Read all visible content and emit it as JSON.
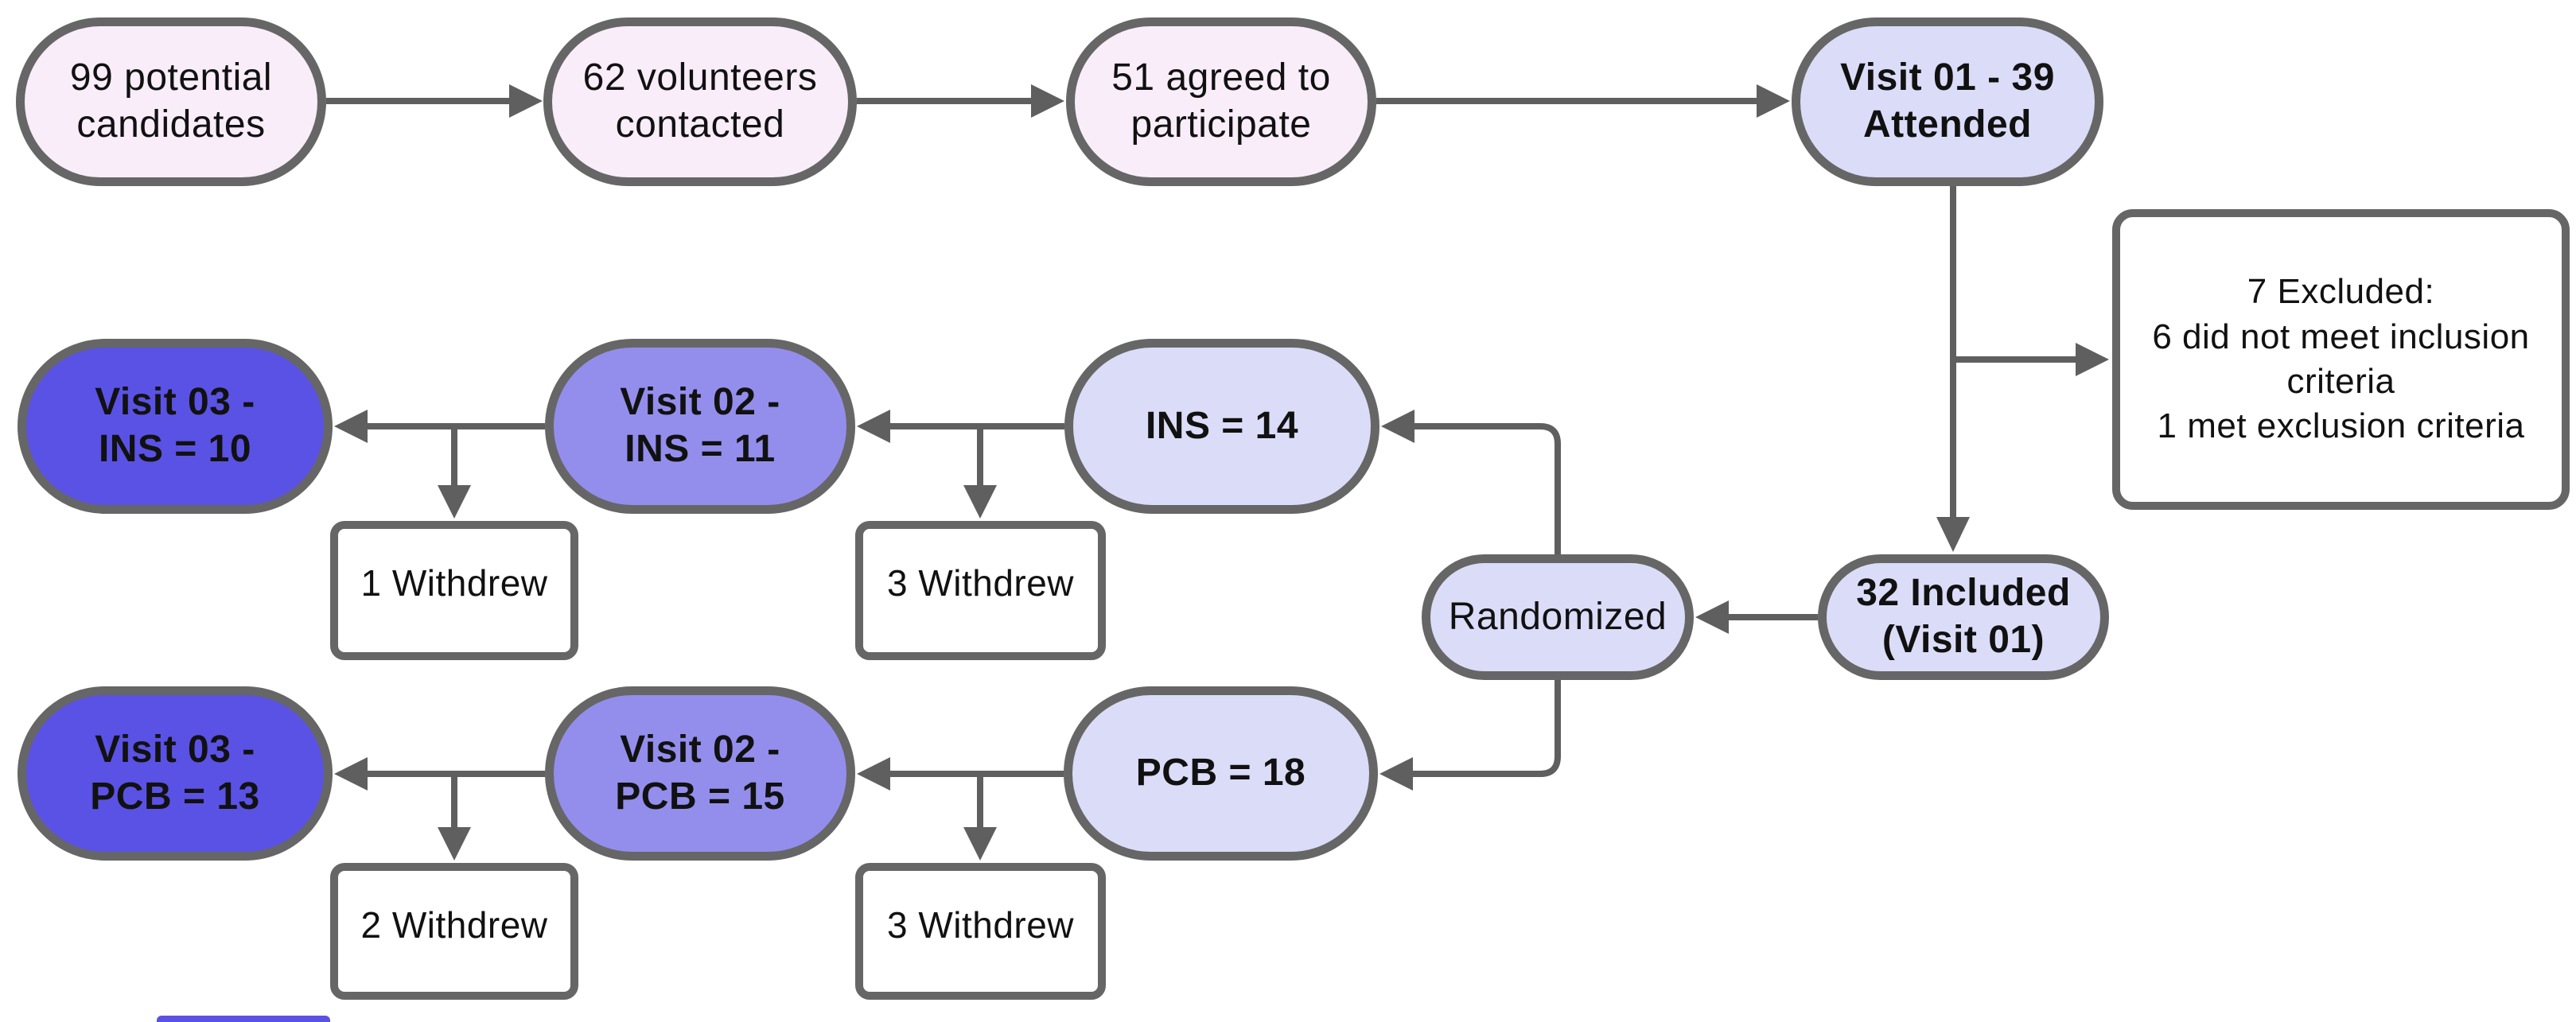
{
  "palette": {
    "node_light_pink": "#f8edf9",
    "node_periwinkle": "#dbdcf8",
    "node_medium_purple": "#938eec",
    "node_dark_purple": "#5a52e4",
    "node_border": "#666666",
    "connector": "#5f5f5f",
    "box_fill": "#ffffff",
    "text": "#111111"
  },
  "nodes": {
    "candidates": {
      "label": "99 potential\ncandidates"
    },
    "contacted": {
      "label": "62 volunteers\ncontacted"
    },
    "agreed": {
      "label": "51 agreed to\nparticipate"
    },
    "visit01": {
      "label": "Visit 01 - 39\nAttended"
    },
    "excluded": {
      "label": "7 Excluded:\n6 did not meet inclusion criteria\n1 met exclusion criteria"
    },
    "included": {
      "label": "32 Included\n(Visit 01)"
    },
    "randomized": {
      "label": "Randomized"
    },
    "ins": {
      "label": "INS = 14"
    },
    "visit02_ins": {
      "label": "Visit 02  -\nINS = 11"
    },
    "visit03_ins": {
      "label": "Visit 03  -\nINS = 10"
    },
    "withdrew_ins_v2": {
      "label": "3 Withdrew"
    },
    "withdrew_ins_v3": {
      "label": "1 Withdrew"
    },
    "pcb": {
      "label": "PCB = 18"
    },
    "visit02_pcb": {
      "label": "Visit 02  -\nPCB = 15"
    },
    "visit03_pcb": {
      "label": "Visit 03  -\nPCB = 13"
    },
    "withdrew_pcb_v2": {
      "label": "3 Withdrew"
    },
    "withdrew_pcb_v3": {
      "label": "2 Withdrew"
    }
  },
  "edges": [
    {
      "from": "99 potential candidates",
      "to": "62 volunteers contacted"
    },
    {
      "from": "62 volunteers contacted",
      "to": "51 agreed to participate"
    },
    {
      "from": "51 agreed to participate",
      "to": "Visit 01 - 39 Attended"
    },
    {
      "from": "Visit 01 - 39 Attended",
      "to": "7 Excluded"
    },
    {
      "from": "Visit 01 - 39 Attended",
      "to": "32 Included (Visit 01)"
    },
    {
      "from": "32 Included (Visit 01)",
      "to": "Randomized"
    },
    {
      "from": "Randomized",
      "to": "INS = 14"
    },
    {
      "from": "Randomized",
      "to": "PCB = 18"
    },
    {
      "from": "INS = 14",
      "to": "Visit 02 - INS = 11"
    },
    {
      "from": "INS = 14 to Visit 02 branch",
      "to": "3 Withdrew"
    },
    {
      "from": "Visit 02 - INS = 11",
      "to": "Visit 03 - INS = 10"
    },
    {
      "from": "Visit 02 - INS = 11 to Visit 03 branch",
      "to": "1 Withdrew"
    },
    {
      "from": "PCB = 18",
      "to": "Visit 02 - PCB = 15"
    },
    {
      "from": "PCB = 18 to Visit 02 branch",
      "to": "3 Withdrew"
    },
    {
      "from": "Visit 02 - PCB = 15",
      "to": "Visit 03 - PCB = 13"
    },
    {
      "from": "Visit 02 - PCB = 15 to Visit 03 branch",
      "to": "2 Withdrew"
    }
  ]
}
